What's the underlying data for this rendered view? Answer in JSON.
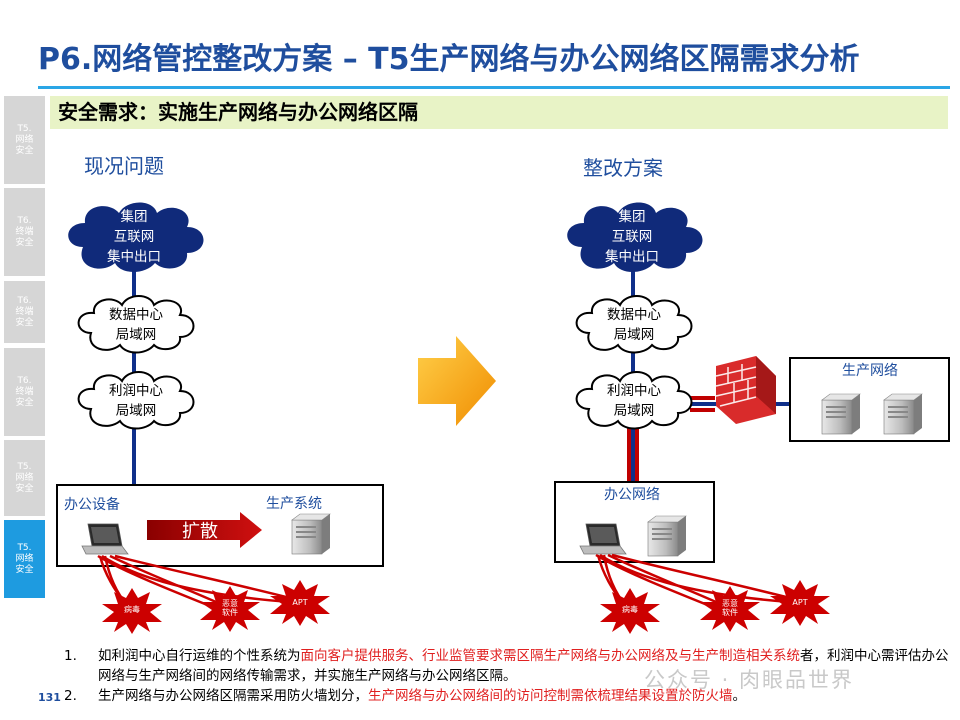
{
  "title": "P6.网络管控整改方案 – T5生产网络与办公网络区隔需求分析",
  "sidebar": {
    "tabs": [
      {
        "label": "T5.\n网络\n安全",
        "active": false
      },
      {
        "label": "T6.\n终端\n安全",
        "active": false
      },
      {
        "label": "T6.\n终端\n安全",
        "active": false
      },
      {
        "label": "T6.\n终端\n安全",
        "active": false
      },
      {
        "label": "T5.\n网络\n安全",
        "active": false
      },
      {
        "label": "T5.\n网络\n安全",
        "active": true
      }
    ]
  },
  "banner": "安全需求：实施生产网络与办公网络区隔",
  "left_diagram": {
    "heading": "现况问题",
    "cloud_internet": [
      "集团",
      "互联网",
      "集中出口"
    ],
    "cloud_datacenter": [
      "数据中心",
      "局域网"
    ],
    "cloud_profit": [
      "利润中心",
      "局域网"
    ],
    "office_label": "办公设备",
    "production_label": "生产系统",
    "spread_label": "扩散",
    "threats": [
      {
        "label": "病毒"
      },
      {
        "label": "恶意\n软件"
      },
      {
        "label": "APT"
      }
    ]
  },
  "right_diagram": {
    "heading": "整改方案",
    "cloud_internet": [
      "集团",
      "互联网",
      "集中出口"
    ],
    "cloud_datacenter": [
      "数据中心",
      "局域网"
    ],
    "cloud_profit": [
      "利润中心",
      "局域网"
    ],
    "office_network_label": "办公网络",
    "production_network_label": "生产网络",
    "threats": [
      {
        "label": "病毒"
      },
      {
        "label": "恶意\n软件"
      },
      {
        "label": "APT"
      }
    ]
  },
  "notes": [
    {
      "num": "1.",
      "parts": [
        {
          "text": "如利润中心自行运维的个性系统为",
          "red": false
        },
        {
          "text": "面向客户提供服务、行业监管要求需区隔生产网络与办公网络及与生产制造相关系统",
          "red": true
        },
        {
          "text": "者，利润中心需评估办公网络与生产网络间的网络传输需求，并实施生产网络与办公网络区隔。",
          "red": false
        }
      ]
    },
    {
      "num": "2.",
      "parts": [
        {
          "text": "生产网络与办公网络区隔需采用防火墙划分，",
          "red": false
        },
        {
          "text": "生产网络与办公网络间的访问控制需依梳理结果设置於防火墙",
          "red": true
        },
        {
          "text": "。",
          "red": false
        }
      ]
    }
  ],
  "page_number": "131",
  "watermark": "公众号 · 肉眼品世界",
  "colors": {
    "title": "#1f4e9e",
    "accent": "#2aa6e6",
    "line": "#0f2f8a",
    "threat": "#cc0000",
    "arrow": "#f5a623"
  }
}
